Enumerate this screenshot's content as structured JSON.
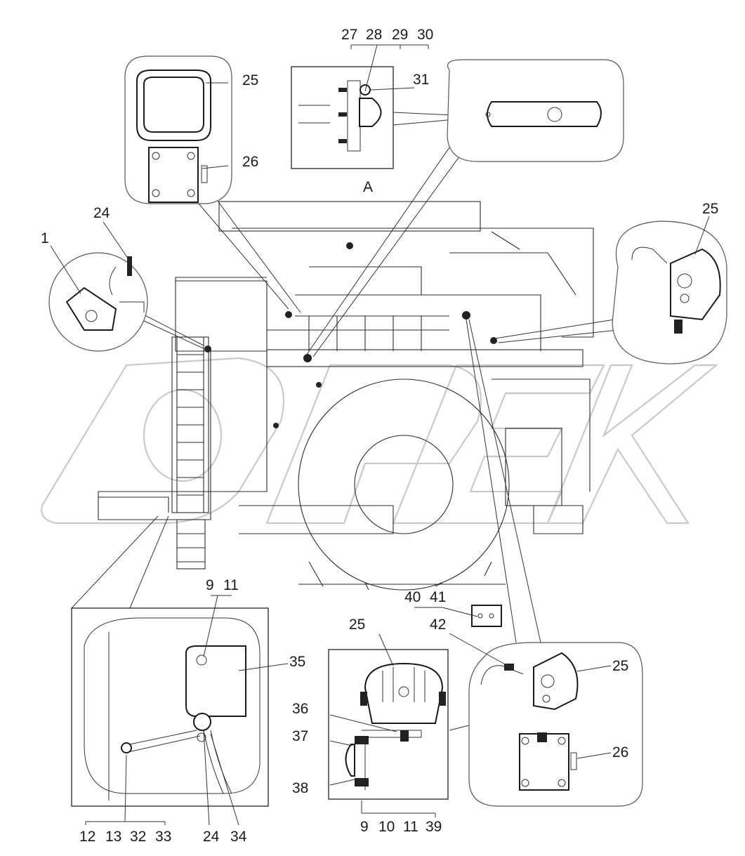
{
  "diagram": {
    "view_label": "A",
    "callouts": [
      {
        "id": "c27",
        "text": "27"
      },
      {
        "id": "c28",
        "text": "28"
      },
      {
        "id": "c29",
        "text": "29"
      },
      {
        "id": "c30",
        "text": "30"
      },
      {
        "id": "c31",
        "text": "31"
      },
      {
        "id": "c25a",
        "text": "25"
      },
      {
        "id": "c26a",
        "text": "26"
      },
      {
        "id": "c24a",
        "text": "24"
      },
      {
        "id": "c1",
        "text": "1"
      },
      {
        "id": "c25b",
        "text": "25"
      },
      {
        "id": "c9a",
        "text": "9"
      },
      {
        "id": "c11a",
        "text": "11"
      },
      {
        "id": "c35",
        "text": "35"
      },
      {
        "id": "c12",
        "text": "12"
      },
      {
        "id": "c13",
        "text": "13"
      },
      {
        "id": "c32",
        "text": "32"
      },
      {
        "id": "c33",
        "text": "33"
      },
      {
        "id": "c24b",
        "text": "24"
      },
      {
        "id": "c34",
        "text": "34"
      },
      {
        "id": "c25c",
        "text": "25"
      },
      {
        "id": "c36",
        "text": "36"
      },
      {
        "id": "c37",
        "text": "37"
      },
      {
        "id": "c38",
        "text": "38"
      },
      {
        "id": "c9b",
        "text": "9"
      },
      {
        "id": "c10",
        "text": "10"
      },
      {
        "id": "c11b",
        "text": "11"
      },
      {
        "id": "c39",
        "text": "39"
      },
      {
        "id": "c40",
        "text": "40"
      },
      {
        "id": "c41",
        "text": "41"
      },
      {
        "id": "c42",
        "text": "42"
      },
      {
        "id": "c25d",
        "text": "25"
      },
      {
        "id": "c26b",
        "text": "26"
      }
    ]
  }
}
